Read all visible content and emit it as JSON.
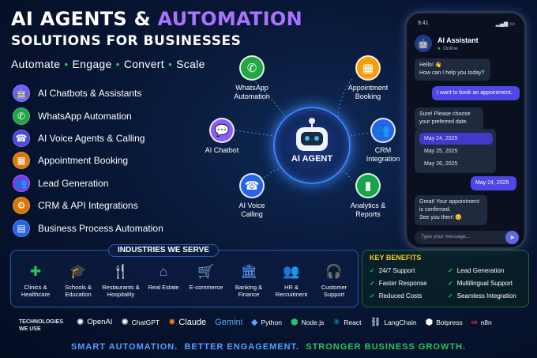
{
  "header": {
    "title_a": "AI AGENTS & ",
    "title_b": "AUTOMATION",
    "subtitle": "SOLUTIONS FOR BUSINESSES",
    "tagline": [
      "Automate",
      "Engage",
      "Convert",
      "Scale"
    ]
  },
  "services": [
    {
      "label": "AI Chatbots & Assistants",
      "icon": "robot-icon",
      "color": "#6d5dfc"
    },
    {
      "label": "WhatsApp Automation",
      "icon": "whatsapp-icon",
      "color": "#25a244"
    },
    {
      "label": "AI Voice Agents & Calling",
      "icon": "phone-icon",
      "color": "#4f46e5"
    },
    {
      "label": "Appointment Booking",
      "icon": "calendar-icon",
      "color": "#d97706"
    },
    {
      "label": "Lead Generation",
      "icon": "users-icon",
      "color": "#7c3aed"
    },
    {
      "label": "CRM & API Integrations",
      "icon": "gear-icon",
      "color": "#d97706"
    },
    {
      "label": "Business Process Automation",
      "icon": "chart-icon",
      "color": "#2563eb"
    }
  ],
  "hub": {
    "label": "AI AGENT"
  },
  "nodes": [
    {
      "label": "WhatsApp\nAutomation",
      "icon": "whatsapp-icon",
      "color": "#22a745"
    },
    {
      "label": "Appointment\nBooking",
      "icon": "calendar-icon",
      "color": "#f59e0b"
    },
    {
      "label": "AI Chatbot",
      "icon": "chat-icon",
      "color": "#8b5cf6"
    },
    {
      "label": "CRM\nIntegration",
      "icon": "users-icon",
      "color": "#2563eb"
    },
    {
      "label": "AI Voice\nCalling",
      "icon": "phone-icon",
      "color": "#2563eb"
    },
    {
      "label": "Analytics &\nReports",
      "icon": "chart-icon",
      "color": "#16a34a"
    }
  ],
  "phone": {
    "time": "9:41",
    "bot_name": "AI Assistant",
    "status": "Online",
    "msg1_a": "Hello! 👋",
    "msg1_b": "How can I help you today?",
    "msg2": "I want to book an appointment.",
    "msg3_a": "Sure! Please choose",
    "msg3_b": "your preferred date.",
    "options": [
      "May 24, 2025",
      "May 25, 2025",
      "May 26, 2025"
    ],
    "msg4": "May 24, 2025",
    "msg5_a": "Great! Your appointment",
    "msg5_b": "is confirmed.",
    "msg5_c": "See you then! 😊",
    "input_placeholder": "Type your message..."
  },
  "industries": {
    "title": "INDUSTRIES WE SERVE",
    "items": [
      {
        "label": "Clinics &\nHealthcare",
        "icon": "medical-icon",
        "glyph": "✚",
        "color": "#22c55e"
      },
      {
        "label": "Schools &\nEducation",
        "icon": "graduation-icon",
        "glyph": "🎓",
        "color": "#60a5fa"
      },
      {
        "label": "Restaurants &\nHospitality",
        "icon": "cutlery-icon",
        "glyph": "🍴",
        "color": "#f97316"
      },
      {
        "label": "Real Estate",
        "icon": "house-icon",
        "glyph": "⌂",
        "color": "#a78bfa"
      },
      {
        "label": "E-commerce",
        "icon": "cart-icon",
        "glyph": "🛒",
        "color": "#ec4899"
      },
      {
        "label": "Banking &\nFinance",
        "icon": "bank-icon",
        "glyph": "🏛",
        "color": "#60a5fa"
      },
      {
        "label": "HR &\nRecruitment",
        "icon": "team-icon",
        "glyph": "👥",
        "color": "#facc15"
      },
      {
        "label": "Customer\nSupport",
        "icon": "headset-icon",
        "glyph": "🎧",
        "color": "#2dd4bf"
      }
    ]
  },
  "benefits": {
    "title": "KEY BENEFITS",
    "items": [
      "24/7 Support",
      "Lead Generation",
      "Faster Response",
      "Multilingual Support",
      "Reduced Costs",
      "Seamless Integration"
    ]
  },
  "tech": {
    "heading_a": "TECHNOLOGIES",
    "heading_b": "WE USE",
    "items": [
      {
        "label": "OpenAI",
        "icon": "openai-icon",
        "glyph": "✺",
        "color": "#ffffff"
      },
      {
        "label": "ChatGPT",
        "icon": "chatgpt-icon",
        "glyph": "✺",
        "color": "#ffffff"
      },
      {
        "label": "Claude",
        "icon": "claude-icon",
        "glyph": "✸",
        "color": "#f97316"
      },
      {
        "label": "Gemini",
        "icon": "gemini-icon",
        "glyph": "",
        "color": "#60a5fa"
      },
      {
        "label": "Python",
        "icon": "python-icon",
        "glyph": "◆",
        "color": "#60a5fa"
      },
      {
        "label": "Node.js",
        "icon": "nodejs-icon",
        "glyph": "⬢",
        "color": "#22c55e"
      },
      {
        "label": "React",
        "icon": "react-icon",
        "glyph": "⚛",
        "color": "#22d3ee"
      },
      {
        "label": "LangChain",
        "icon": "langchain-icon",
        "glyph": "⛓",
        "color": "#ffffff"
      },
      {
        "label": "Botpress",
        "icon": "botpress-icon",
        "glyph": "⬢",
        "color": "#ffffff"
      },
      {
        "label": "n8n",
        "icon": "n8n-icon",
        "glyph": "∞",
        "color": "#ef4444"
      }
    ]
  },
  "footer": {
    "a": "SMART AUTOMATION.",
    "b": "BETTER ENGAGEMENT.",
    "c": "STRONGER BUSINESS GROWTH."
  }
}
